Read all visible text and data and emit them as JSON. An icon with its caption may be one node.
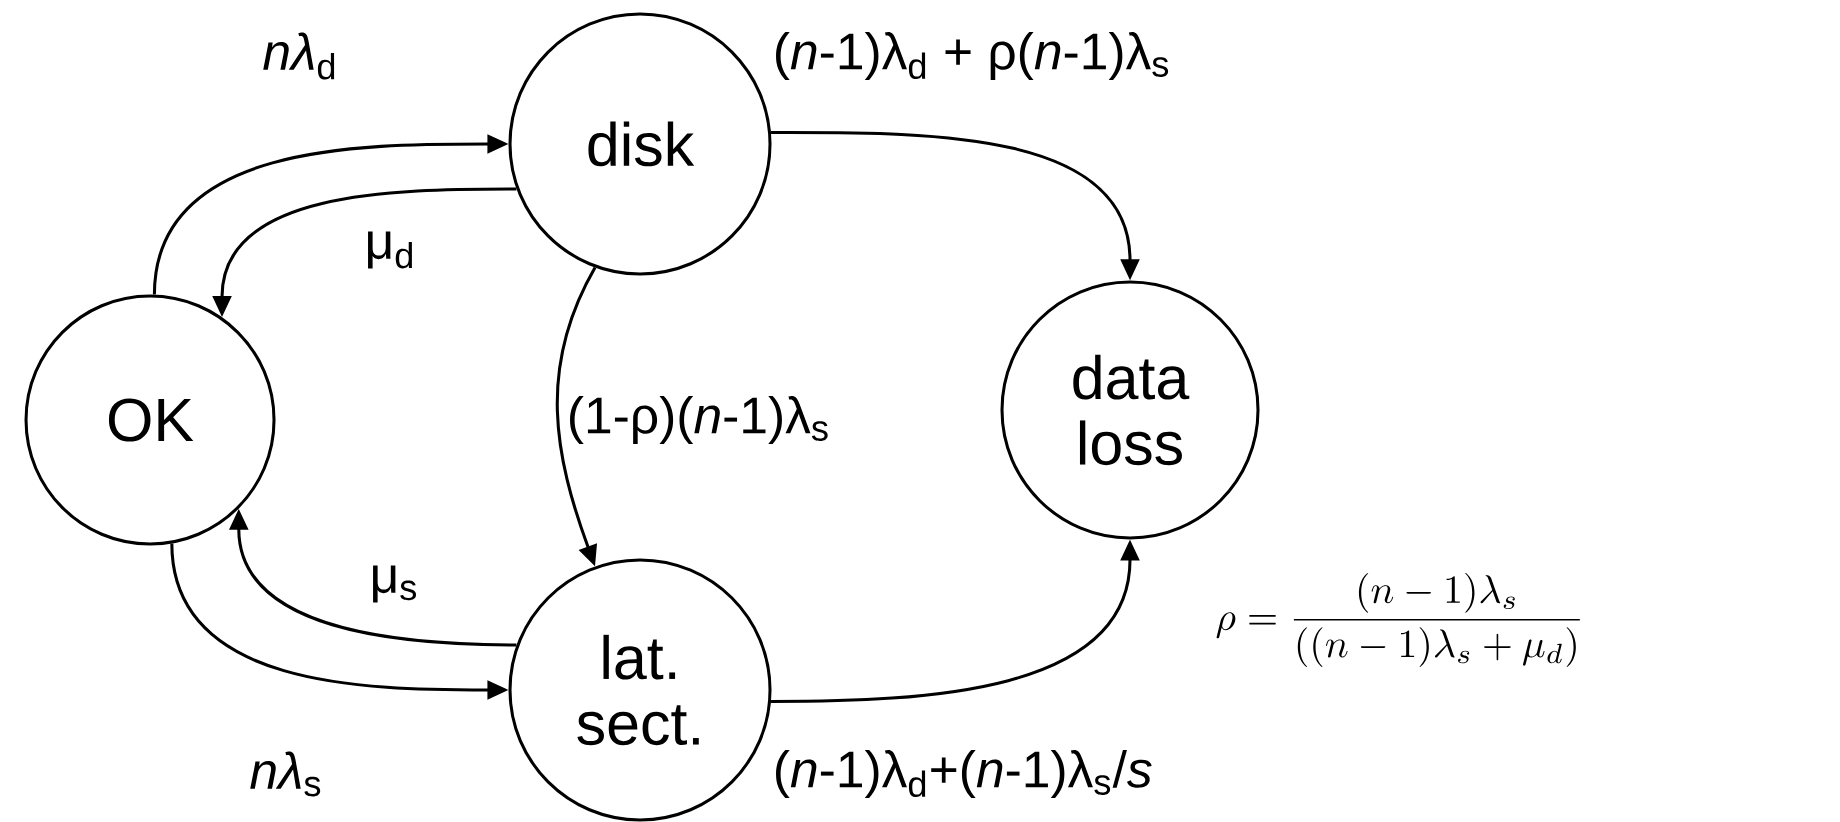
{
  "diagram": {
    "nodes": [
      {
        "text": [
          "OK"
        ]
      },
      {
        "text": [
          "disk"
        ]
      },
      {
        "text": [
          "lat. sect."
        ]
      },
      {
        "text": [
          "data loss"
        ]
      }
    ],
    "edges": [
      {
        "from": 0,
        "to": 1,
        "arrow": "to",
        "label": "*nλ*$_{d}$"
      },
      {
        "from": 1,
        "to": 0,
        "arrow": "to",
        "label": "μ$_{d}$"
      },
      {
        "from": 1,
        "to": 2,
        "arrow": "to",
        "label": "(1-ρ)(*n*-1)λ$_{s}$"
      },
      {
        "from": 2,
        "to": 0,
        "arrow": "to",
        "label": "μ$_{s}$"
      },
      {
        "from": 0,
        "to": 2,
        "arrow": "to",
        "label": "*nλ*$_{s}$"
      },
      {
        "from": 1,
        "to": 3,
        "arrow": "to",
        "label": "(*n*-1)λ$_{d}$ + ρ(*n*-1)λ$_{s}$"
      },
      {
        "from": 2,
        "to": 3,
        "arrow": "to",
        "label": "(*n*-1)λ$_{d}$+(*n*-1)λ$_{s}$/*s*"
      }
    ],
    "labels": [
      "\\rho=\\frac{(n-1)\\lambda_s}{((n-1)\\lambda_s+ \\mu_d)}"
    ]
  }
}
